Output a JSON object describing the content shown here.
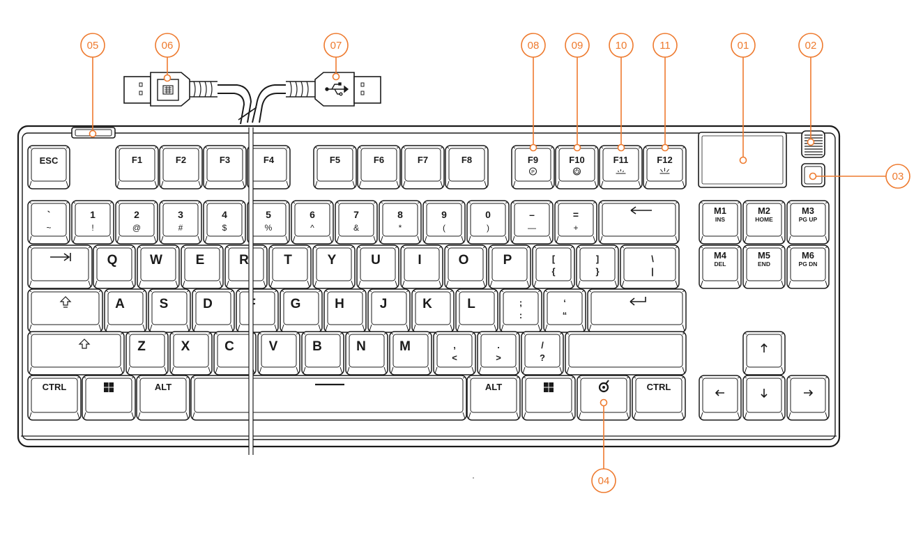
{
  "accent_color": "#ee7a2e",
  "callouts": [
    "05",
    "06",
    "07",
    "08",
    "09",
    "10",
    "11",
    "01",
    "02",
    "03",
    "04"
  ],
  "keys": {
    "esc": "ESC",
    "f": [
      "F1",
      "F2",
      "F3",
      "F4",
      "F5",
      "F6",
      "F7",
      "F8",
      "F9",
      "F10",
      "F11",
      "F12"
    ],
    "num_top": [
      "`",
      "1",
      "2",
      "3",
      "4",
      "5",
      "6",
      "7",
      "8",
      "9",
      "0",
      "–",
      "="
    ],
    "num_bottom": [
      "~",
      "!",
      "@",
      "#",
      "$",
      "%",
      "^",
      "&",
      "*",
      "(",
      ")",
      "—",
      "+"
    ],
    "qwerty": [
      "Q",
      "W",
      "E",
      "R",
      "T",
      "Y",
      "U",
      "I",
      "O",
      "P"
    ],
    "bracket_top": [
      "[",
      "]",
      "\\"
    ],
    "bracket_bottom": [
      "{",
      "}",
      "|"
    ],
    "asdf": [
      "A",
      "S",
      "D",
      "F",
      "G",
      "H",
      "J",
      "K",
      "L"
    ],
    "semi_top": [
      ";",
      "‘"
    ],
    "semi_bottom": [
      ":",
      "“"
    ],
    "zxcv": [
      "Z",
      "X",
      "C",
      "V",
      "B",
      "N",
      "M"
    ],
    "comma_top": [
      ",",
      ".",
      "/"
    ],
    "comma_bottom": [
      "<",
      ">",
      "?"
    ],
    "ctrl": "CTRL",
    "alt": "ALT",
    "macro_top": [
      "M1",
      "M2",
      "M3",
      "M4",
      "M5",
      "M6"
    ],
    "macro_bottom": [
      "INS",
      "HOME",
      "PG UP",
      "DEL",
      "END",
      "PG DN"
    ]
  }
}
